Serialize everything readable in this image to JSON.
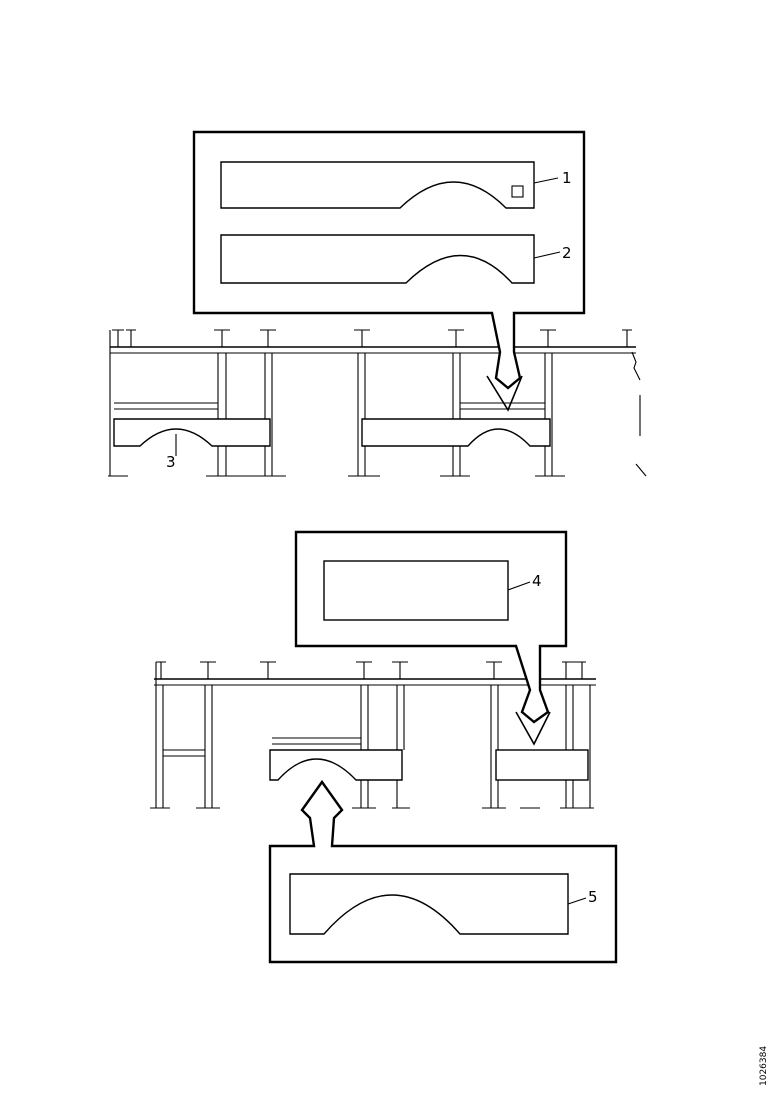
{
  "callouts": [
    {
      "id": "1",
      "label": "1"
    },
    {
      "id": "2",
      "label": "2"
    },
    {
      "id": "3",
      "label": "3"
    },
    {
      "id": "4",
      "label": "4"
    },
    {
      "id": "5",
      "label": "5"
    }
  ],
  "figure_code": "1026384"
}
